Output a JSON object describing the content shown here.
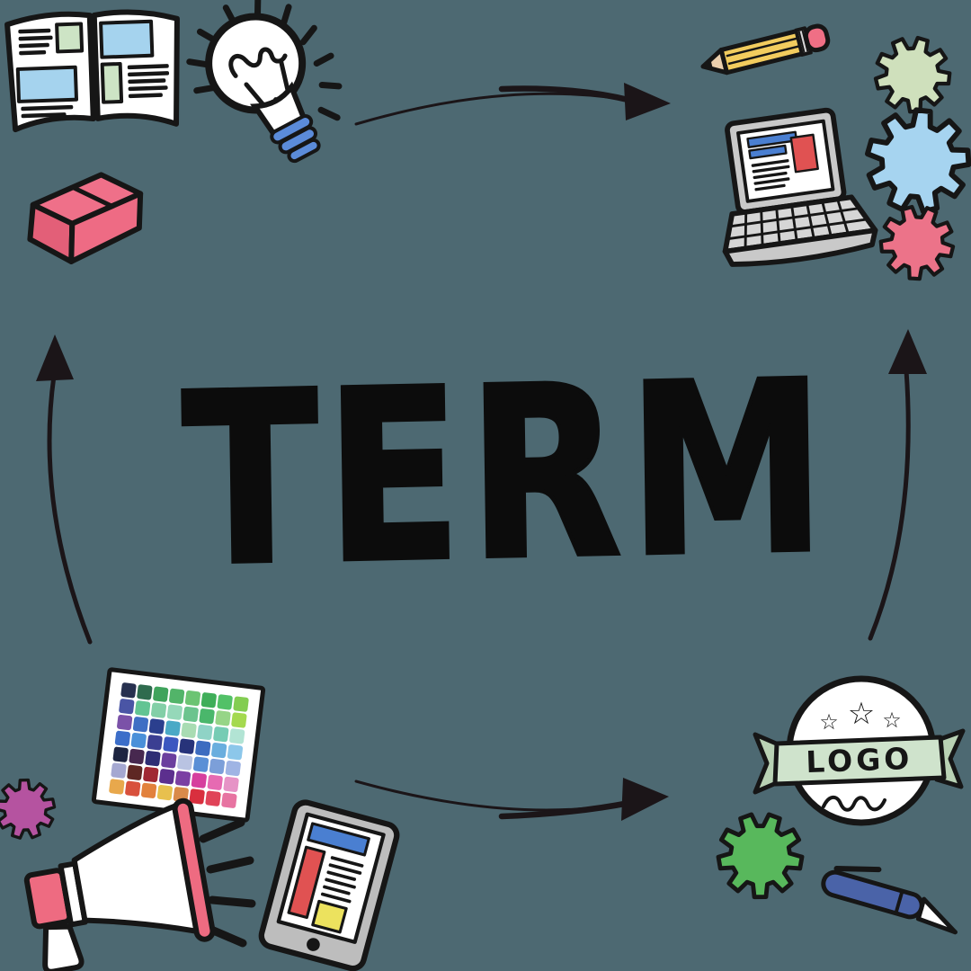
{
  "scene": {
    "description": "Hand-drawn doodle diagram: the word TERM in the center of a cycle of arrows surrounded by branding/design sketch icons",
    "term": "TERM"
  },
  "badge": {
    "text": "LOGO",
    "star": "☆"
  },
  "arrows": {
    "top": "points-right",
    "right": "points-up",
    "bottom": "points-right",
    "left": "points-up"
  },
  "colors": {
    "background": "#4d6972",
    "ink": "#161616",
    "term_color": "#0c0c0c",
    "arrow_color": "#1b1518",
    "book_blue": "#a5d3ee",
    "book_green": "#cde4c5",
    "bulb_base_blue": "#5b8bd9",
    "eraser_pink_top": "#ef7089",
    "eraser_pink_front": "#e35f78",
    "eraser_pink_side": "#ee6b84",
    "pencil_yellow": "#f2cc5e",
    "pencil_wood": "#ecd0ae",
    "pencil_eraser_pink": "#ef6f85",
    "laptop_gray": "#c9c9c9",
    "keyboard_gray": "#d6d6d6",
    "screen_blue": "#4a7fd1",
    "screen_red": "#e05252",
    "gear_green_light": "#cfe0bc",
    "gear_blue": "#a6d4f0",
    "gear_pink": "#ec7389",
    "gear_purple": "#b553a0",
    "gear_green": "#58b85c",
    "banner_green": "#cfe3cc",
    "banner_green_dark": "#b9d2b4",
    "phone_frame_gray": "#bdbdbd",
    "phone_yellow": "#ece25e",
    "pen_blue": "#4a63a8",
    "megaphone_pink": "#ee6b81",
    "white": "#ffffff"
  },
  "palette": {
    "rows": [
      [
        "#27304f",
        "#2e6b4e",
        "#3fa35c",
        "#52b469",
        "#6cc473",
        "#3fae59",
        "#52c167",
        "#83cd52"
      ],
      [
        "#4a55a5",
        "#62c493",
        "#83cfa7",
        "#95d8b9",
        "#6cc48e",
        "#4ab76b",
        "#96d587",
        "#a4d94f"
      ],
      [
        "#7b52a8",
        "#3f6fc4",
        "#2b3f8e",
        "#4aa9c6",
        "#a9dcb3",
        "#8fd3c6",
        "#76ccb4",
        "#b2e4d4"
      ],
      [
        "#3c6ec9",
        "#4a90d9",
        "#3b3f92",
        "#3b57c0",
        "#27337a",
        "#3d6cc0",
        "#6aaede",
        "#8cc7ea"
      ],
      [
        "#1d2440",
        "#47284f",
        "#2e2d74",
        "#6b3f9e",
        "#b9c3e2",
        "#5a8fd6",
        "#7c9fd9",
        "#9fb4e4"
      ],
      [
        "#a5a8d1",
        "#5e2723",
        "#a02833",
        "#5c2f8e",
        "#7b3fa3",
        "#d63f9e",
        "#e66ab2",
        "#e693c6"
      ],
      [
        "#e8a84c",
        "#d8503c",
        "#e2813c",
        "#e8c04e",
        "#d98a4a",
        "#d92f3e",
        "#e04358",
        "#e773a1"
      ]
    ]
  },
  "icons": [
    {
      "name": "open-magazine-icon"
    },
    {
      "name": "lightbulb-icon"
    },
    {
      "name": "eraser-icon"
    },
    {
      "name": "pencil-icon"
    },
    {
      "name": "laptop-icon"
    },
    {
      "name": "gear-icon-green-light"
    },
    {
      "name": "gear-icon-blue"
    },
    {
      "name": "gear-icon-pink"
    },
    {
      "name": "color-palette-icon"
    },
    {
      "name": "gear-icon-purple"
    },
    {
      "name": "megaphone-icon"
    },
    {
      "name": "smartphone-icon"
    },
    {
      "name": "logo-badge-icon"
    },
    {
      "name": "gear-icon-green"
    },
    {
      "name": "pen-icon"
    },
    {
      "name": "arrow-top"
    },
    {
      "name": "arrow-right"
    },
    {
      "name": "arrow-bottom"
    },
    {
      "name": "arrow-left"
    }
  ]
}
